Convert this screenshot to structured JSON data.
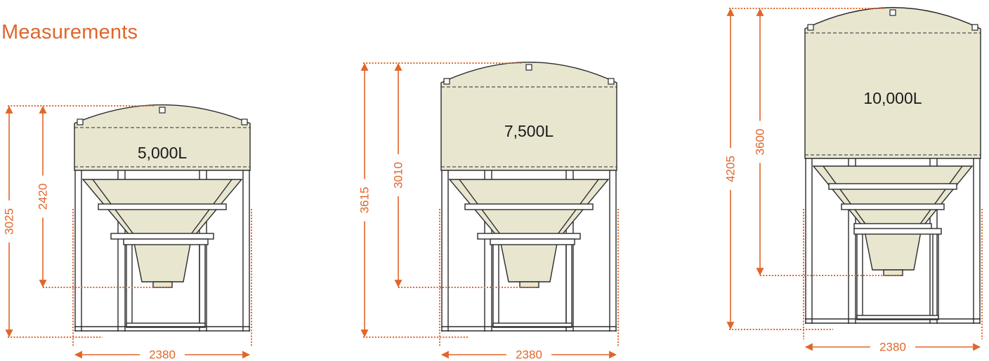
{
  "page": {
    "title": "Measurements"
  },
  "colors": {
    "accent": "#E0662A",
    "tank_fill": "#E9E6D0",
    "stroke": "#2b2b2b",
    "background": "#FFFFFF"
  },
  "silos": [
    {
      "capacity": "5,000L",
      "overall_height": "3025",
      "outlet_height": "2420",
      "width": "2380"
    },
    {
      "capacity": "7,500L",
      "overall_height": "3615",
      "outlet_height": "3010",
      "width": "2380"
    },
    {
      "capacity": "10,000L",
      "overall_height": "4205",
      "outlet_height": "3600",
      "width": "2380"
    }
  ]
}
